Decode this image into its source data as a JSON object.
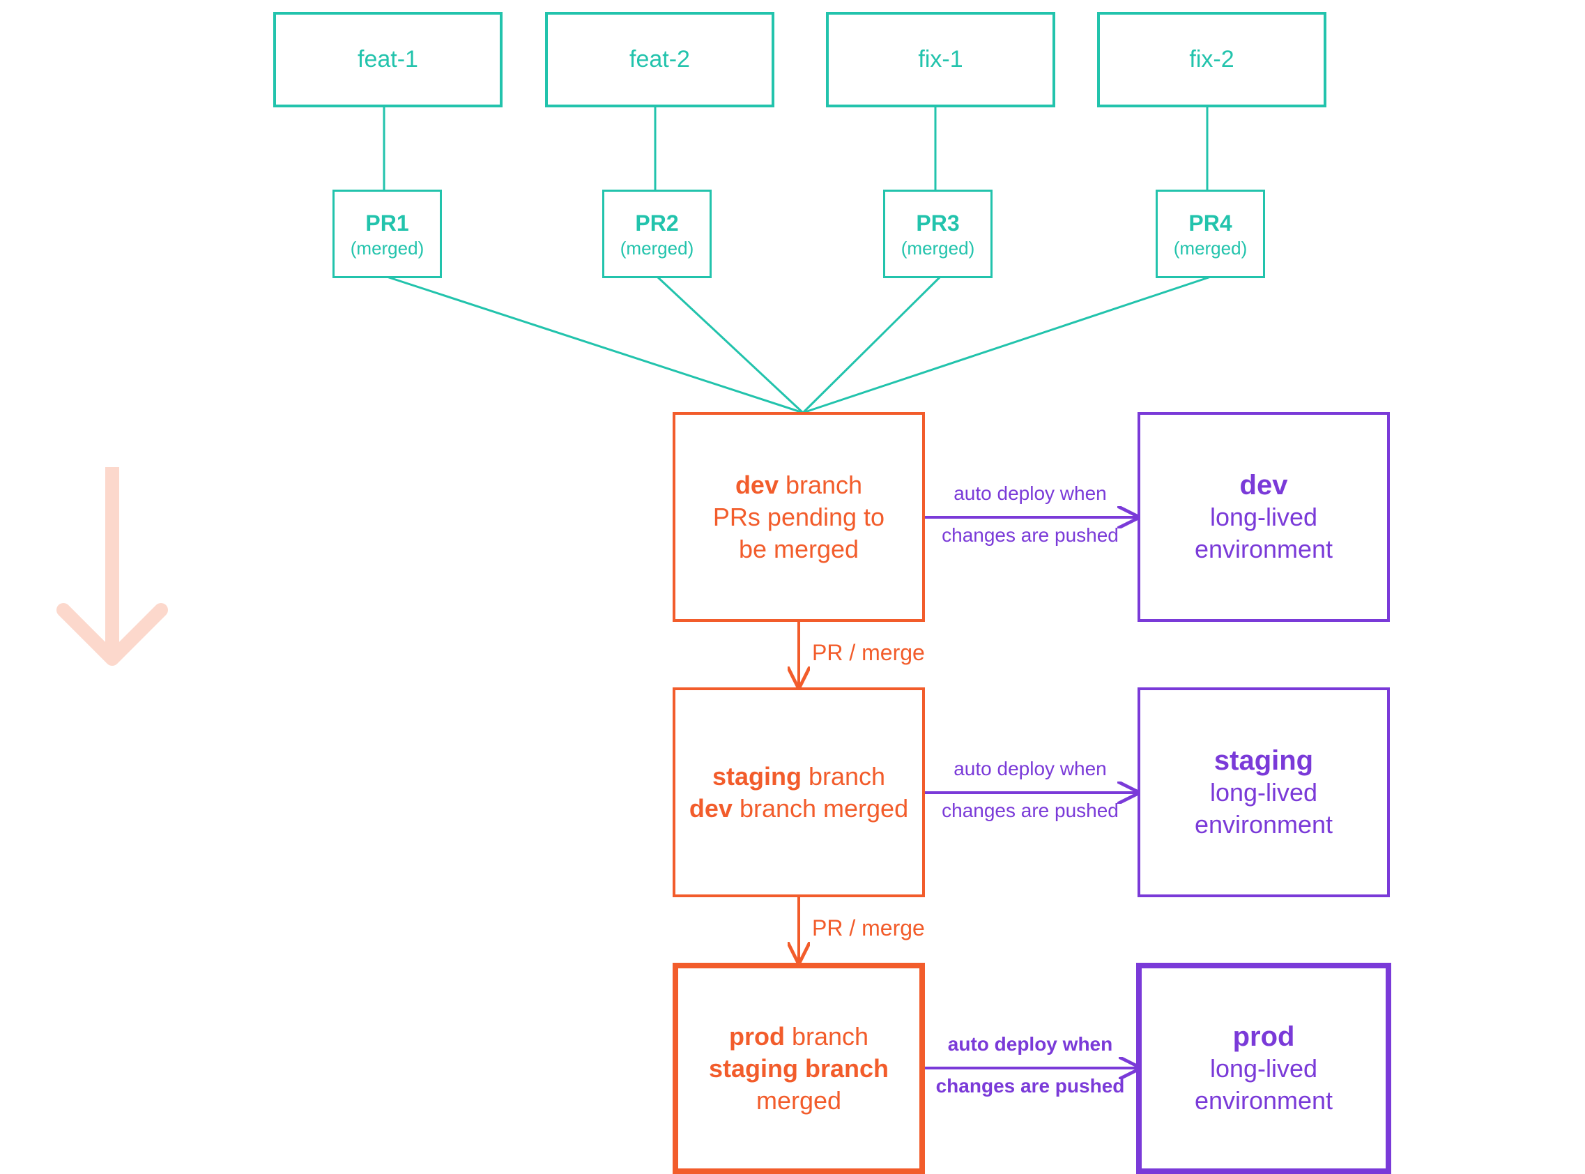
{
  "features": [
    "feat-1",
    "feat-2",
    "fix-1",
    "fix-2"
  ],
  "prs": [
    {
      "title": "PR1",
      "status": "(merged)"
    },
    {
      "title": "PR2",
      "status": "(merged)"
    },
    {
      "title": "PR3",
      "status": "(merged)"
    },
    {
      "title": "PR4",
      "status": "(merged)"
    }
  ],
  "branches": {
    "dev": {
      "name": "dev",
      "suffix": " branch",
      "line2": "PRs pending to",
      "line3": "be merged"
    },
    "staging": {
      "name": "staging",
      "suffix": " branch",
      "line2_bold": "dev",
      "line2_rest": " branch merged"
    },
    "prod": {
      "name": "prod",
      "suffix": " branch",
      "line2": "staging branch",
      "line3": "merged"
    }
  },
  "merge_label": "PR / merge",
  "deploy_label": {
    "line1": "auto deploy when",
    "line2": "changes are pushed"
  },
  "environments": {
    "dev": {
      "name": "dev",
      "line2": "long-lived",
      "line3": "environment"
    },
    "staging": {
      "name": "staging",
      "line2": "long-lived",
      "line3": "environment"
    },
    "prod": {
      "name": "prod",
      "line2": "long-lived",
      "line3": "environment"
    }
  },
  "colors": {
    "feature": "#22c3ac",
    "branch": "#f25c2b",
    "environment": "#7a3ad8",
    "flow_arrow": "#fcd8cc"
  }
}
